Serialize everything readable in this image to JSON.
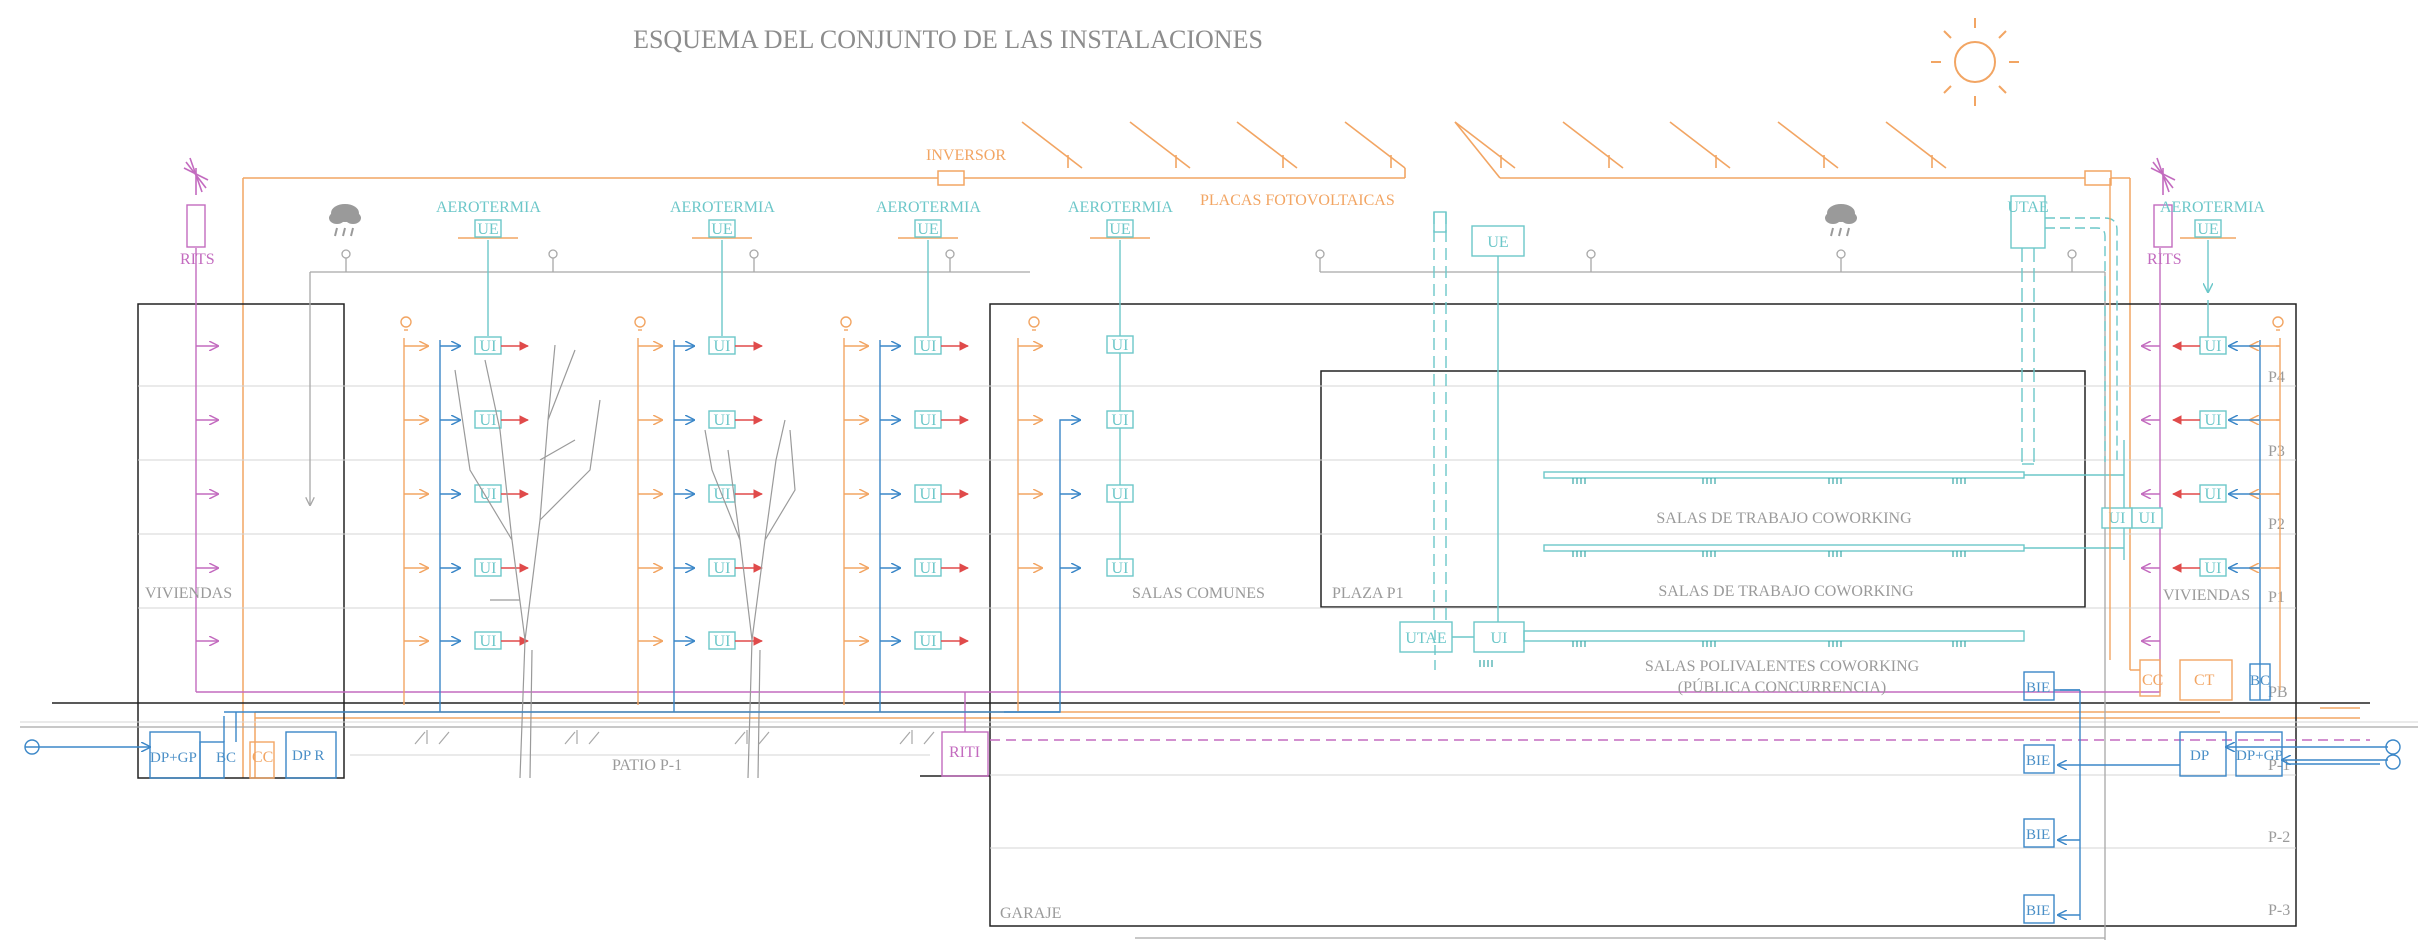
{
  "title": "ESQUEMA DEL CONJUNTO DE LAS INSTALACIONES",
  "colors": {
    "orange": "#f2a563",
    "teal": "#6cc7c9",
    "blue": "#3b87c8",
    "magenta": "#c36bbf",
    "red": "#e04a4a",
    "gray": "#a8a8a8",
    "black": "#222222"
  },
  "icons": [
    "sun-icon",
    "rain-cloud-icon",
    "antenna-icon",
    "lightbulb-icon",
    "tree-icon"
  ],
  "labels": {
    "inversor": "INVERSOR",
    "placas": "PLACAS FOTOVOLTAICAS",
    "aerotermia": "AEROTERMIA",
    "rits": "RITS",
    "riti": "RITI",
    "ue": "UE",
    "ui": "UI",
    "utae": "UTAE",
    "viviendas": "VIVIENDAS",
    "salas_comunes": "SALAS COMUNES",
    "plaza_p1": "PLAZA P1",
    "coworking_1": "SALAS DE TRABAJO COWORKING",
    "coworking_2": "SALAS DE TRABAJO COWORKING",
    "polivalentes_1": "SALAS POLIVALENTES COWORKING",
    "polivalentes_2": "(PÚBLICA CONCURRENCIA)",
    "patio": "PATIO P-1",
    "garaje": "GARAJE",
    "bie": "BIE",
    "dp_gp": "DP+GP",
    "dp": "DP",
    "dp_r": "DP R",
    "bc": "BC",
    "cc": "CC",
    "ct": "CT"
  },
  "floors": [
    "P4",
    "P3",
    "P2",
    "P1",
    "PB",
    "P-1",
    "P-2",
    "P-3"
  ]
}
